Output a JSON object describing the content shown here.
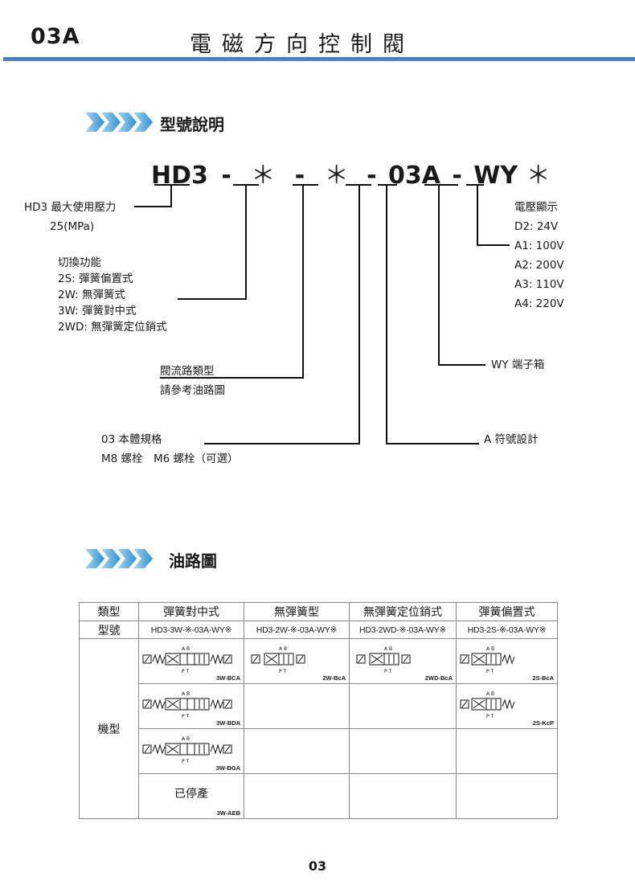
{
  "header": {
    "code": "03A",
    "title": "電磁方向控制閥"
  },
  "section1": {
    "title": "型號說明"
  },
  "model": {
    "p1": "HD3",
    "d1": "-",
    "s1": "＊",
    "d2": "-",
    "s2": "＊",
    "d3": "-",
    "p2": "03A",
    "d4": "-",
    "p3": "WY",
    "s3": "＊"
  },
  "labels": {
    "pressure_1": "HD3 最大使用壓力",
    "pressure_2": "25(MPa)",
    "switch_title": "切換功能",
    "switch_items": [
      "2S: 彈簧偏置式",
      "2W: 無彈簧式",
      "3W: 彈簧對中式",
      "2WD: 無彈簧定位銷式"
    ],
    "flow_1": "閥流路類型",
    "flow_2": "請參考油路圖",
    "body_1": "03 本體規格",
    "body_2": "M8 螺栓　M6 螺栓（可選）",
    "voltage_title": "電壓顯示",
    "voltages": [
      "D2: 24V",
      "A1: 100V",
      "A2: 200V",
      "A3: 110V",
      "A4: 220V"
    ],
    "wy": "WY 端子箱",
    "a_design": "A 符號設計"
  },
  "section2": {
    "title": "油路圖"
  },
  "table": {
    "col_type": "類型",
    "col_model": "型號",
    "col_machine": "機型",
    "types": [
      "彈簧對中式",
      "無彈簧型",
      "無彈簧定位銷式",
      "彈簧偏置式"
    ],
    "models": [
      "HD3-3W-※-03A-WY※",
      "HD3-2W-※-03A-WY※",
      "HD3-2WD-※-03A-WY※",
      "HD3-2S-※-03A-WY※"
    ],
    "symbols": {
      "c1": [
        "3W-BCA",
        "3W-BDA",
        "3W-BGA",
        "3W-AEB"
      ],
      "c2": [
        "2W-BcA"
      ],
      "c3": [
        "2WD-BcA"
      ],
      "c4": [
        "2S-BcA",
        "2S-KcP"
      ]
    },
    "discontinued": "已停產"
  },
  "page_number": "03",
  "colors": {
    "accent_bar": "#4a7fca",
    "arrow": "#3aa0d8"
  }
}
